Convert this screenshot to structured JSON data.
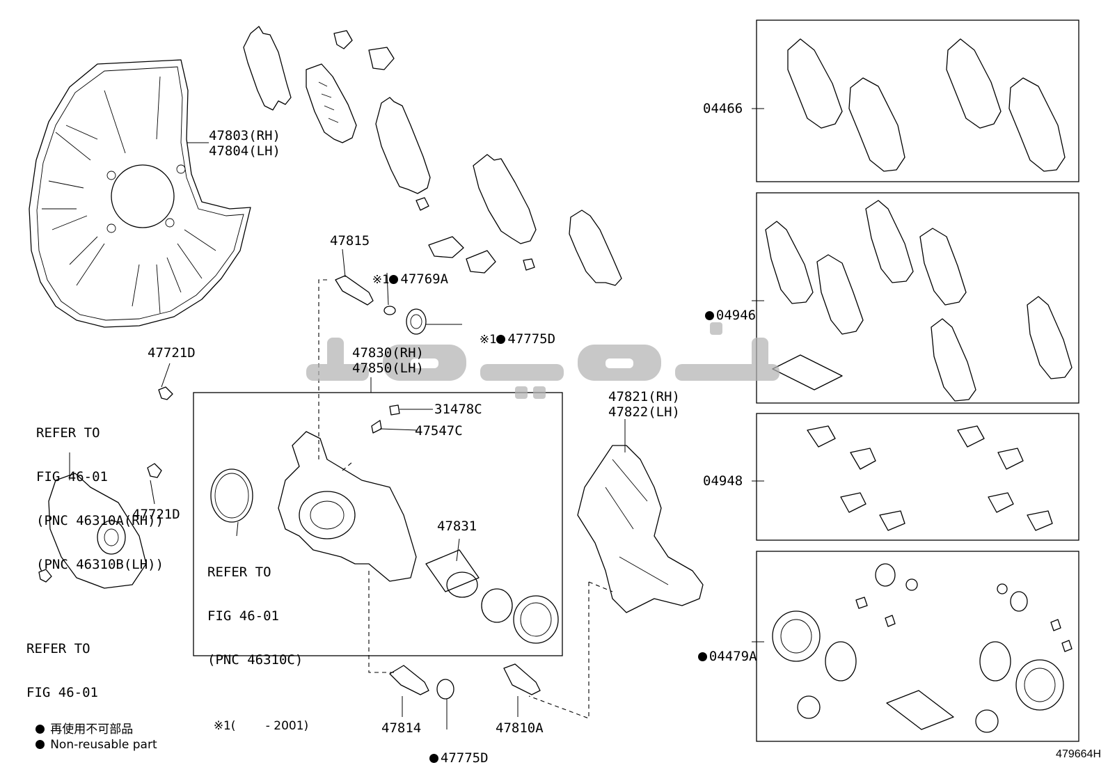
{
  "labels": {
    "p47803": "47803(RH)",
    "p47804": "47804(LH)",
    "p47815": "47815",
    "p47769a": "47769A",
    "p47775d_top": "47775D",
    "p47721d_a": "47721D",
    "p47721d_b": "47721D",
    "p47830": "47830(RH)",
    "p47850": "47850(LH)",
    "p31478c": "31478C",
    "p47547c": "47547C",
    "p47821": "47821(RH)",
    "p47822": "47822(LH)",
    "p47831": "47831",
    "p47814": "47814",
    "p47775d_bottom": "47775D",
    "p47810a": "47810A",
    "p04466": "04466",
    "p04946": "04946",
    "p04948": "04948",
    "p04479a": "04479A",
    "ref_mark": "※1"
  },
  "refer_left": {
    "line1": "REFER TO",
    "line2": "FIG 46-01",
    "line3": "(PNC 46310A(RH))",
    "line4": "(PNC 46310B(LH))"
  },
  "refer_mid": {
    "line1": "REFER TO",
    "line2": "FIG 46-01",
    "line3": "(PNC 46310C)"
  },
  "refer_bottom": {
    "line1": "REFER TO",
    "line2": "FIG 46-01"
  },
  "legend": {
    "jp": "再使用不可部品",
    "en": "Non-reusable part",
    "note_mark": "※1",
    "note_text": "(        - 2001)"
  },
  "watermark_text": "قطعه یاب",
  "figure_code": "479664H"
}
